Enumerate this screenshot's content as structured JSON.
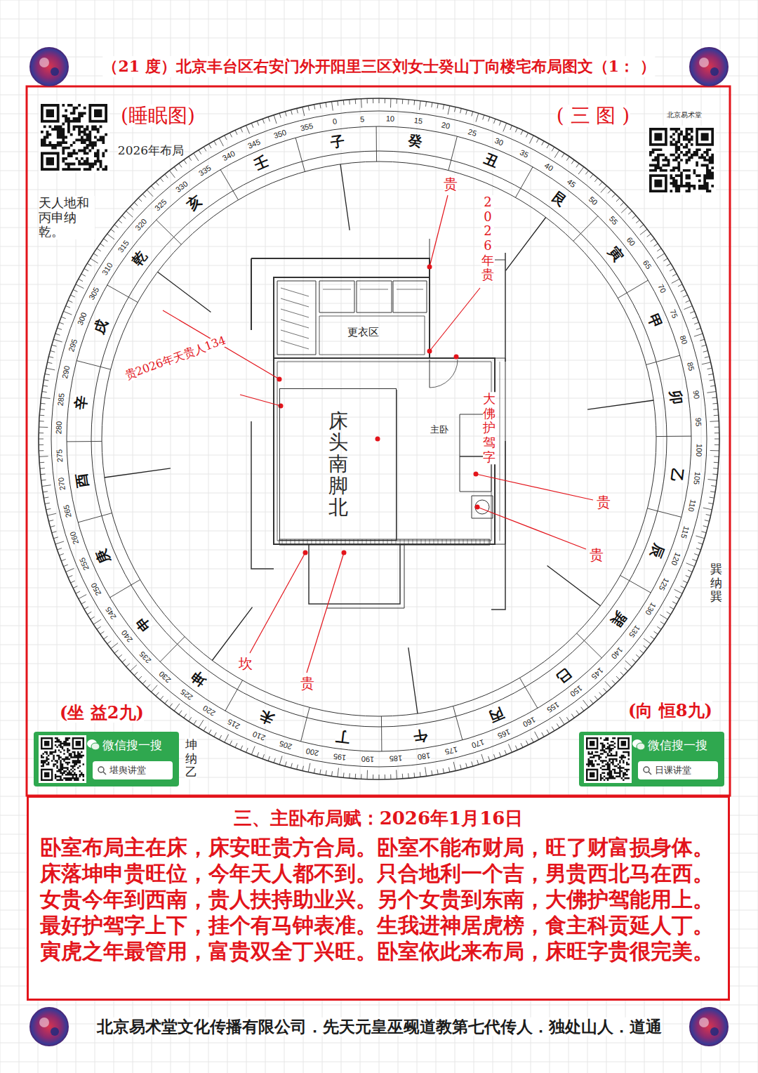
{
  "diagram": {
    "title": "（21 度）北京丰台区右安门外开阳里三区刘女士癸山丁向楼宅布局图文（1：   ）",
    "nodes": [
      {
        "text": [
          "床头南脚北"
        ]
      },
      {
        "text": [
          "微信搜一搜",
          "堪舆讲堂"
        ]
      },
      {
        "text": [
          "微信搜一搜",
          "日课讲堂"
        ]
      },
      {
        "text": [
          "三、主卧布局赋：2026年1月16日",
          "卧室布局主在床，床安旺贵方合局。卧室不能布财局，旺了财富损身体。 床落坤申贵旺位，今年天人都不到。只合地利一个吉，男贵西北马在西。 女贵今年到西南，贵人扶持助业兴。另个女贵到东南，大佛护驾能用上。 最好护驾字上下，挂个有马钟表准。生我进神居虎榜，食主科贡延人丁。 寅虎之年最管用，富贵双全丁兴旺。卧室依此来布局，床旺字贵很完美。"
        ]
      }
    ],
    "labels": [
      "(睡眠图)",
      "( 三 图 )",
      "2026年布局",
      "天人地和 丙申纳 乾。",
      "更衣区",
      "主卧",
      "大佛护驾字",
      "贵",
      "2026年贵",
      "贵2026年天贵人134",
      "坎",
      "贵",
      "贵",
      "贵",
      "巽纳巽",
      "坤纳乙",
      "(坐 益2九)",
      "(向 恒8九)",
      "北京易术堂文化传播有限公司．先天元皇巫觋道教第七代传人．独处山人．道通",
      "北京易术堂",
      "0",
      "5",
      "10",
      "15",
      "20",
      "25",
      "30",
      "35",
      "40",
      "45",
      "50",
      "55",
      "60",
      "65",
      "70",
      "75",
      "80",
      "85",
      "90",
      "95",
      "100",
      "105",
      "110",
      "115",
      "120",
      "125",
      "130",
      "135",
      "140",
      "145",
      "150",
      "155",
      "160",
      "165",
      "170",
      "175",
      "180",
      "185",
      "190",
      "195",
      "200",
      "205",
      "210",
      "215",
      "220",
      "225",
      "230",
      "235",
      "240",
      "245",
      "250",
      "255",
      "260",
      "265",
      "270",
      "275",
      "280",
      "285",
      "290",
      "295",
      "300",
      "305",
      "310",
      "315",
      "320",
      "325",
      "330",
      "335",
      "340",
      "345",
      "350",
      "355",
      "子",
      "癸",
      "丑",
      "艮",
      "寅",
      "甲",
      "卯",
      "乙",
      "辰",
      "巽",
      "巳",
      "丙",
      "午",
      "丁",
      "未",
      "坤",
      "申",
      "庚",
      "酉",
      "辛",
      "戌",
      "乾",
      "亥",
      "壬"
    ]
  }
}
